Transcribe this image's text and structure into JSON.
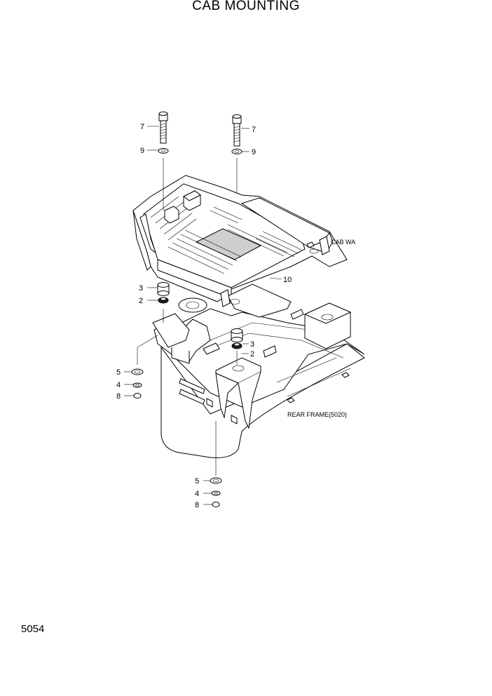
{
  "header": {
    "title": "CAB MOUNTING"
  },
  "footer": {
    "page_number": "5054"
  },
  "callouts": {
    "p7_left": "7",
    "p9_left": "9",
    "p7_right": "7",
    "p9_right": "9",
    "cab_wa": "CAB WA",
    "p10": "10",
    "p3_left": "3",
    "p2_left": "2",
    "p3_right": "3",
    "p2_right": "2",
    "p5_upper": "5",
    "p4_upper": "4",
    "p8_upper": "8",
    "rear_frame": "REAR FRAME(5020)",
    "p5_lower": "5",
    "p4_lower": "4",
    "p8_lower": "8"
  }
}
